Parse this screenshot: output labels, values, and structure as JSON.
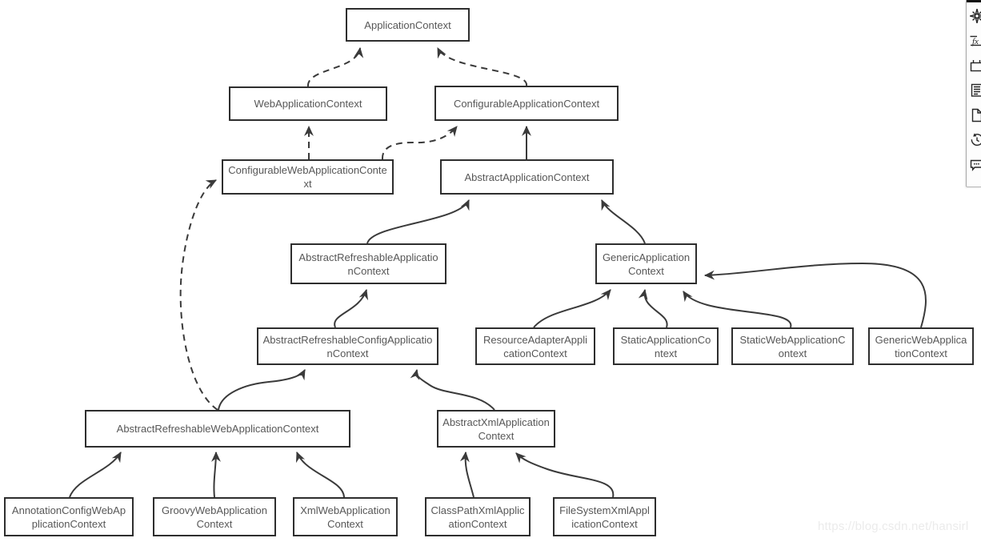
{
  "diagram": {
    "title_hint": "Spring ApplicationContext class hierarchy",
    "colors": {
      "line": "#3a3a3a",
      "box_border": "#2e2e2e",
      "box_fill": "#ffffff",
      "text": "#575757"
    },
    "nodes": [
      {
        "id": "applicationContext",
        "label": "ApplicationContext"
      },
      {
        "id": "webApplicationContext",
        "label": "WebApplicationContext"
      },
      {
        "id": "configurableApplicationContext",
        "label": "ConfigurableApplicationContext"
      },
      {
        "id": "configurableWebApplicationContext",
        "label": "ConfigurableWebApplicationContext"
      },
      {
        "id": "abstractApplicationContext",
        "label": "AbstractApplicationContext"
      },
      {
        "id": "abstractRefreshableApplicationContext",
        "label": "AbstractRefreshableApplicationContext"
      },
      {
        "id": "genericApplicationContext",
        "label": "GenericApplicationContext"
      },
      {
        "id": "abstractRefreshableConfigApplicationContext",
        "label": "AbstractRefreshableConfigApplicationContext"
      },
      {
        "id": "resourceAdapterApplicationContext",
        "label": "ResourceAdapterApplicationContext"
      },
      {
        "id": "staticApplicationContext",
        "label": "StaticApplicationContext"
      },
      {
        "id": "staticWebApplicationContext",
        "label": "StaticWebApplicationContext"
      },
      {
        "id": "genericWebApplicationContext",
        "label": "GenericWebApplicationContext"
      },
      {
        "id": "abstractRefreshableWebApplicationContext",
        "label": "AbstractRefreshableWebApplicationContext"
      },
      {
        "id": "abstractXmlApplicationContext",
        "label": "AbstractXmlApplicationContext"
      },
      {
        "id": "annotationConfigWebApplicationContext",
        "label": "AnnotationConfigWebApplicationContext"
      },
      {
        "id": "groovyWebApplicationContext",
        "label": "GroovyWebApplicationContext"
      },
      {
        "id": "xmlWebApplicationContext",
        "label": "XmlWebApplicationContext"
      },
      {
        "id": "classPathXmlApplicationContext",
        "label": "ClassPathXmlApplicationContext"
      },
      {
        "id": "fileSystemXmlApplicationContext",
        "label": "FileSystemXmlApplicationContext"
      }
    ],
    "edges": [
      {
        "from": "WebApplicationContext",
        "to": "ApplicationContext",
        "style": "dashed"
      },
      {
        "from": "ConfigurableApplicationContext",
        "to": "ApplicationContext",
        "style": "dashed"
      },
      {
        "from": "ConfigurableWebApplicationContext",
        "to": "WebApplicationContext",
        "style": "dashed"
      },
      {
        "from": "ConfigurableWebApplicationContext",
        "to": "ConfigurableApplicationContext",
        "style": "dashed"
      },
      {
        "from": "AbstractApplicationContext",
        "to": "ConfigurableApplicationContext",
        "style": "solid"
      },
      {
        "from": "AbstractRefreshableApplicationContext",
        "to": "AbstractApplicationContext",
        "style": "solid"
      },
      {
        "from": "GenericApplicationContext",
        "to": "AbstractApplicationContext",
        "style": "solid"
      },
      {
        "from": "AbstractRefreshableConfigApplicationContext",
        "to": "AbstractRefreshableApplicationContext",
        "style": "solid"
      },
      {
        "from": "ResourceAdapterApplicationContext",
        "to": "GenericApplicationContext",
        "style": "solid"
      },
      {
        "from": "StaticApplicationContext",
        "to": "GenericApplicationContext",
        "style": "solid"
      },
      {
        "from": "StaticWebApplicationContext",
        "to": "GenericApplicationContext",
        "style": "solid"
      },
      {
        "from": "GenericWebApplicationContext",
        "to": "GenericApplicationContext",
        "style": "solid"
      },
      {
        "from": "AbstractRefreshableWebApplicationContext",
        "to": "AbstractRefreshableConfigApplicationContext",
        "style": "solid"
      },
      {
        "from": "AbstractRefreshableWebApplicationContext",
        "to": "ConfigurableWebApplicationContext",
        "style": "dashed"
      },
      {
        "from": "AbstractXmlApplicationContext",
        "to": "AbstractRefreshableConfigApplicationContext",
        "style": "solid"
      },
      {
        "from": "AnnotationConfigWebApplicationContext",
        "to": "AbstractRefreshableWebApplicationContext",
        "style": "solid"
      },
      {
        "from": "GroovyWebApplicationContext",
        "to": "AbstractRefreshableWebApplicationContext",
        "style": "solid"
      },
      {
        "from": "XmlWebApplicationContext",
        "to": "AbstractRefreshableWebApplicationContext",
        "style": "solid"
      },
      {
        "from": "ClassPathXmlApplicationContext",
        "to": "AbstractXmlApplicationContext",
        "style": "solid"
      },
      {
        "from": "FileSystemXmlApplicationContext",
        "to": "AbstractXmlApplicationContext",
        "style": "solid"
      }
    ]
  },
  "toolbar": {
    "icons": [
      {
        "name": "compass-icon"
      },
      {
        "name": "function-fx-icon",
        "glyph": "fx"
      },
      {
        "name": "frame-icon"
      },
      {
        "name": "document-lines-icon"
      },
      {
        "name": "blank-page-icon"
      },
      {
        "name": "history-icon"
      },
      {
        "name": "comment-icon"
      }
    ]
  },
  "watermark": {
    "text": "https://blog.csdn.net/hansirl",
    "color": "#ebebeb"
  }
}
